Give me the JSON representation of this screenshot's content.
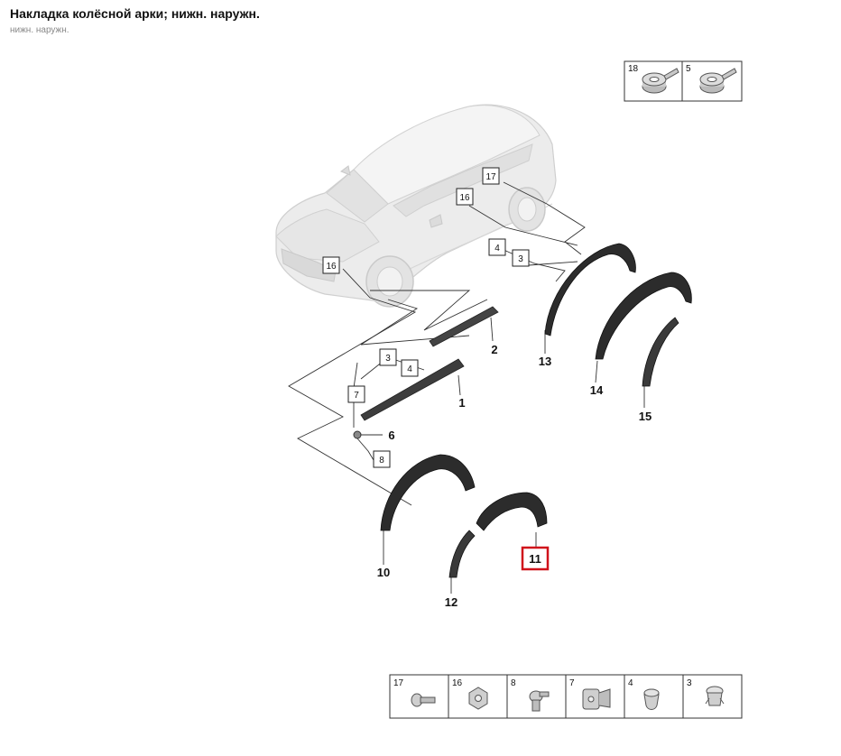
{
  "header": {
    "title": "Накладка колёсной арки; нижн. наружн.",
    "subtitle": "нижн. наружн."
  },
  "diagram": {
    "boxed_callouts": {
      "c17_top": "17",
      "c16_top": "16",
      "c4_mid": "4",
      "c3_mid": "3",
      "c16_front": "16",
      "c3_low": "3",
      "c4_low": "4",
      "c7": "7",
      "c8": "8"
    },
    "part_numbers": {
      "p1": "1",
      "p2": "2",
      "p6": "6",
      "p10": "10",
      "p11": "11",
      "p12": "12",
      "p13": "13",
      "p14": "14",
      "p15": "15"
    },
    "highlighted_part": "11",
    "highlight_color": "#d0121b"
  },
  "legend_top": [
    {
      "number": "18",
      "icon": "tape-roll-icon"
    },
    {
      "number": "5",
      "icon": "tape-roll-icon"
    }
  ],
  "legend_bottom": [
    {
      "number": "17",
      "icon": "screw-icon"
    },
    {
      "number": "16",
      "icon": "nut-icon"
    },
    {
      "number": "8",
      "icon": "bolt-icon"
    },
    {
      "number": "7",
      "icon": "clip-icon"
    },
    {
      "number": "4",
      "icon": "plug-icon"
    },
    {
      "number": "3",
      "icon": "rivet-icon"
    }
  ]
}
